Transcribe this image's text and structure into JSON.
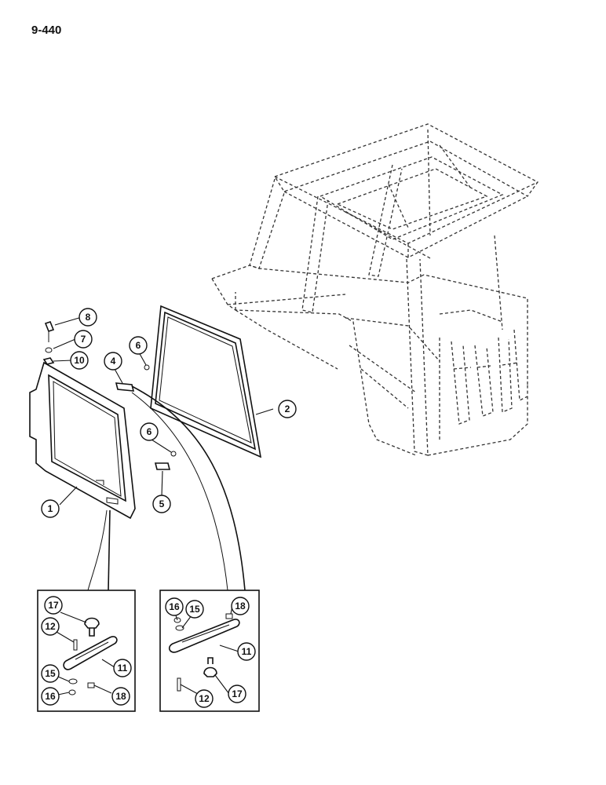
{
  "page_code": "9-440",
  "callouts": [
    {
      "id": "c1",
      "label": "1"
    },
    {
      "id": "c2",
      "label": "2"
    },
    {
      "id": "c4",
      "label": "4"
    },
    {
      "id": "c5",
      "label": "5"
    },
    {
      "id": "c6a",
      "label": "6"
    },
    {
      "id": "c6b",
      "label": "6"
    },
    {
      "id": "c7",
      "label": "7"
    },
    {
      "id": "c8",
      "label": "8"
    },
    {
      "id": "c10",
      "label": "10"
    },
    {
      "id": "l17",
      "label": "17"
    },
    {
      "id": "l12",
      "label": "12"
    },
    {
      "id": "l11",
      "label": "11"
    },
    {
      "id": "l15",
      "label": "15"
    },
    {
      "id": "l16",
      "label": "16"
    },
    {
      "id": "l18",
      "label": "18"
    },
    {
      "id": "r16",
      "label": "16"
    },
    {
      "id": "r15",
      "label": "15"
    },
    {
      "id": "r18",
      "label": "18"
    },
    {
      "id": "r11",
      "label": "11"
    },
    {
      "id": "r17",
      "label": "17"
    },
    {
      "id": "r12",
      "label": "12"
    }
  ]
}
